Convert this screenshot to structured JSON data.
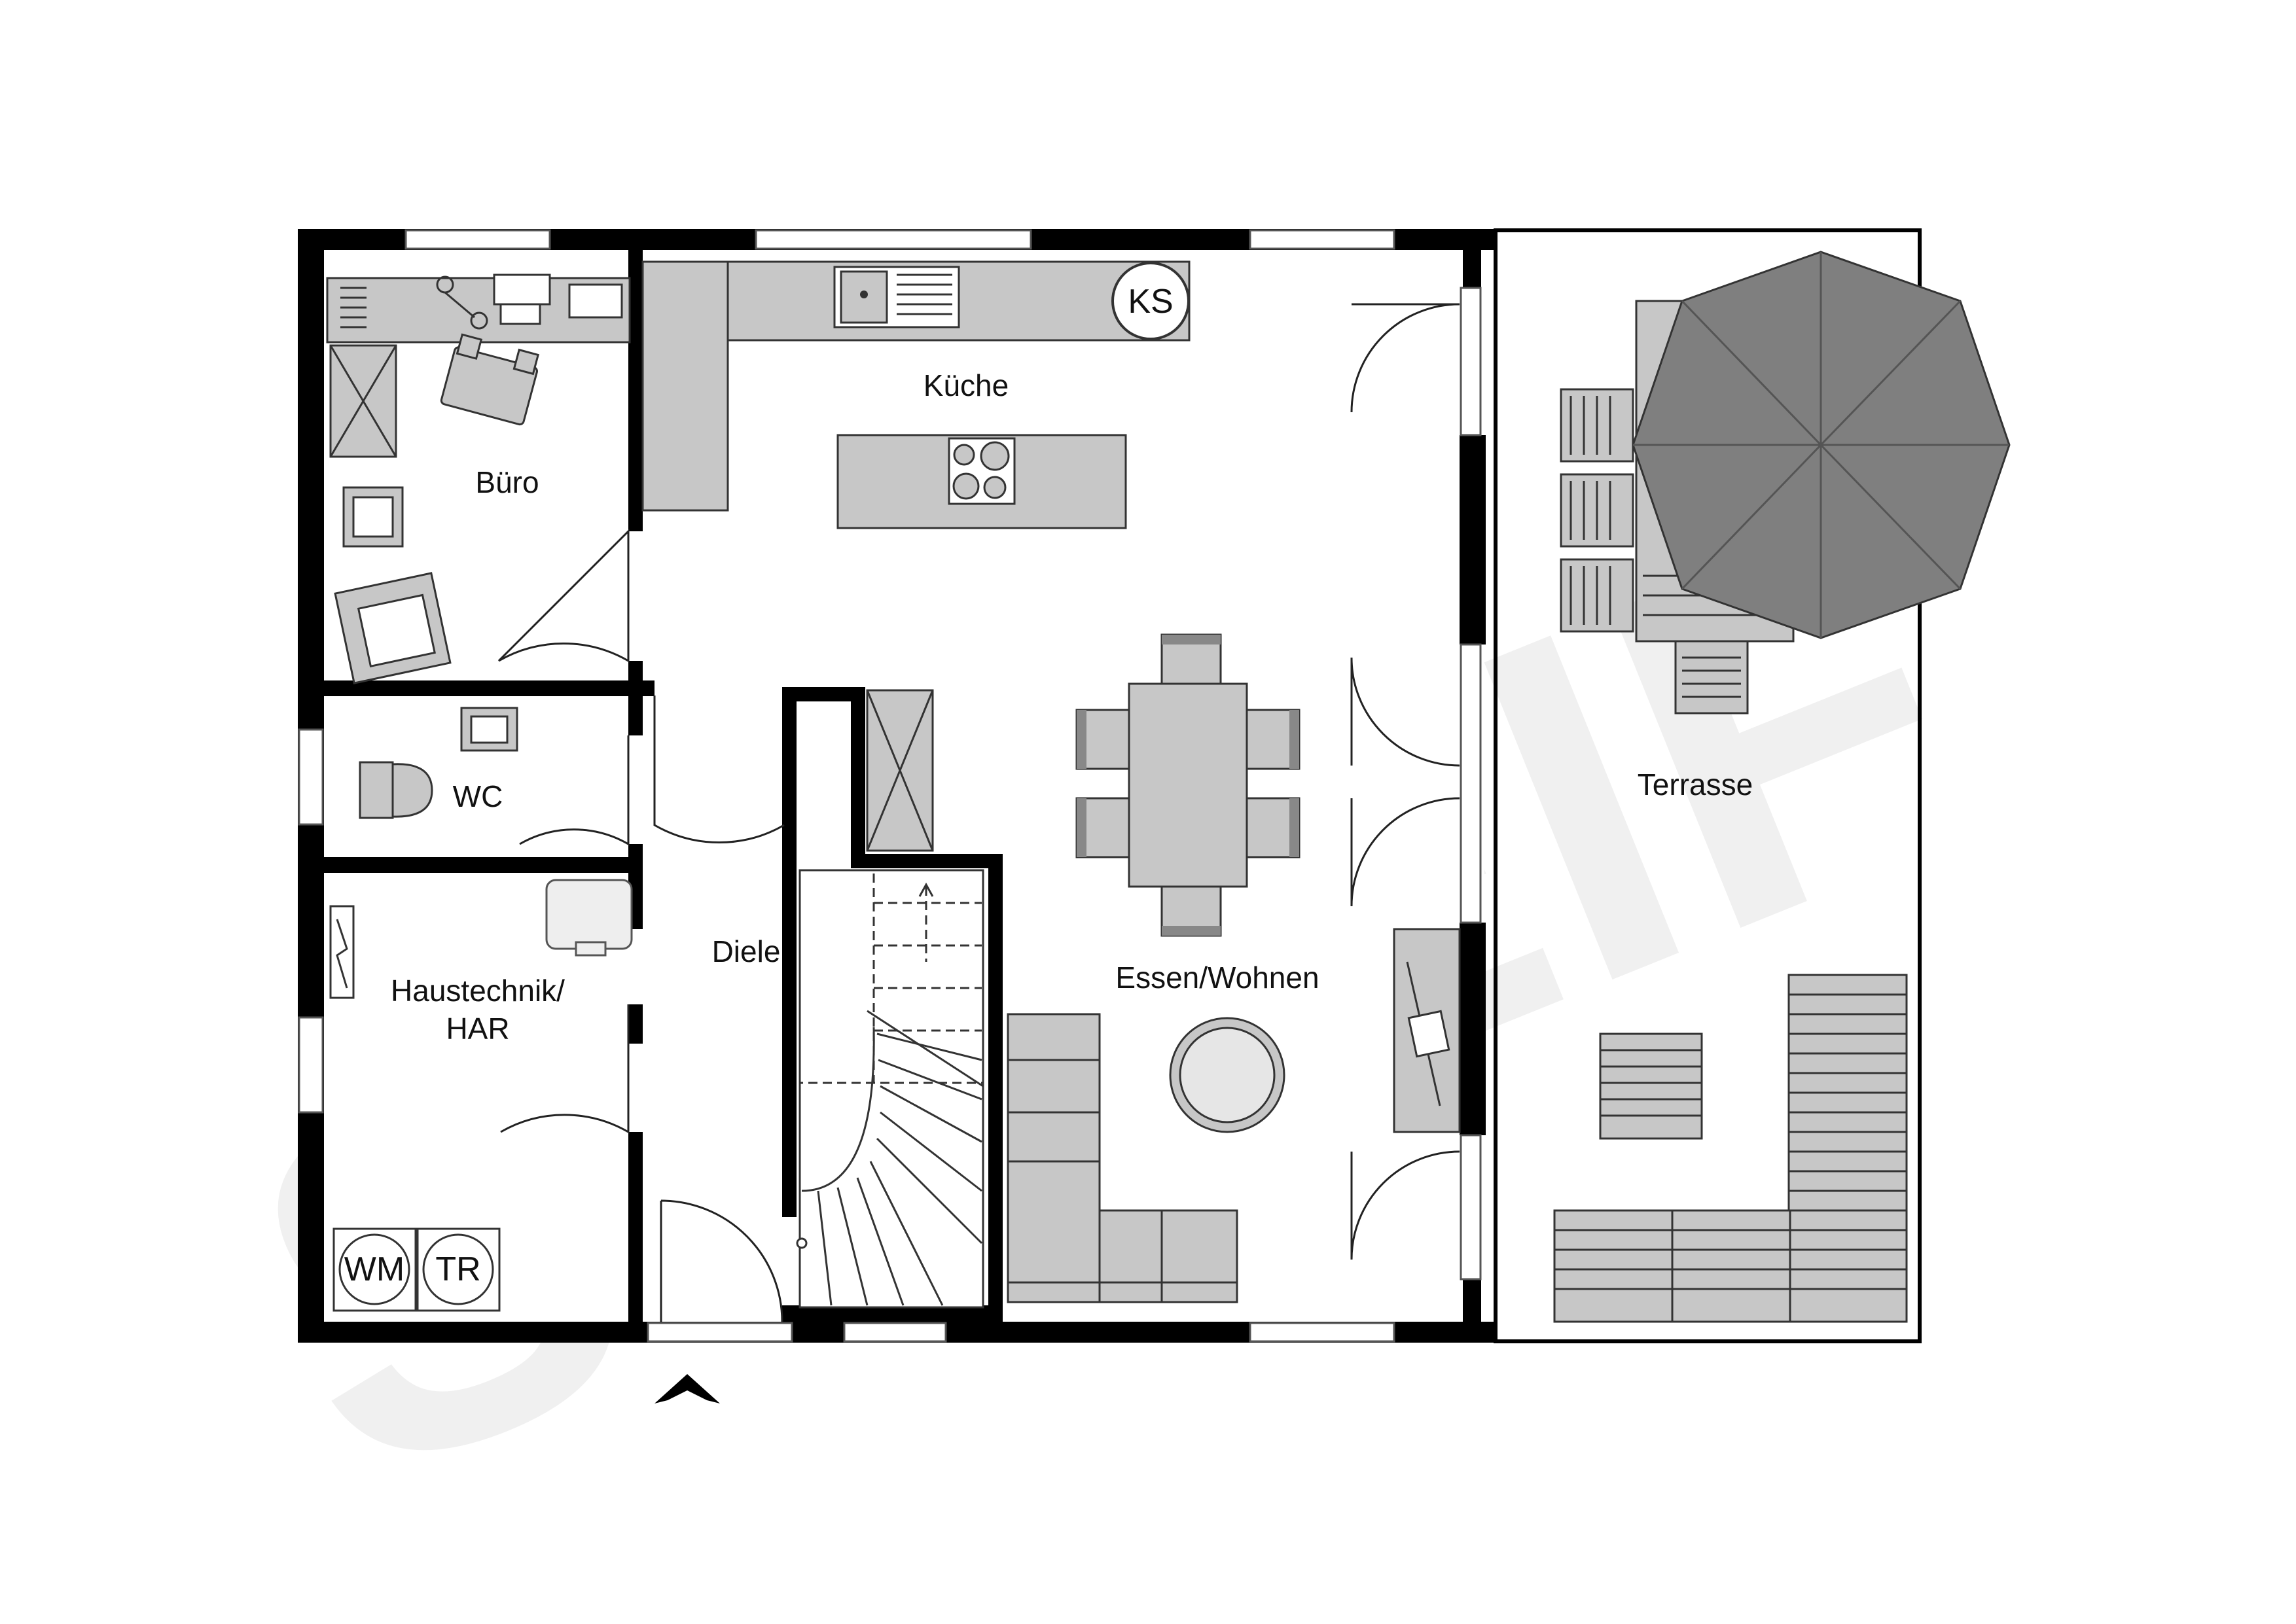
{
  "watermark": {
    "text": "STREIF"
  },
  "rooms": {
    "buero": "Büro",
    "kueche": "Küche",
    "wc": "WC",
    "diele": "Diele",
    "haustechnik_line1": "Haustechnik/",
    "haustechnik_line2": "HAR",
    "essen_wohnen": "Essen/Wohnen",
    "terrasse": "Terrasse"
  },
  "fixtures": {
    "fridge": "KS",
    "washer": "WM",
    "dryer": "TR"
  },
  "colors": {
    "wall": "#000000",
    "furniture": "#c7c7c7",
    "umbrella": "#7f7f7f",
    "watermark": "#f0f0f0"
  }
}
